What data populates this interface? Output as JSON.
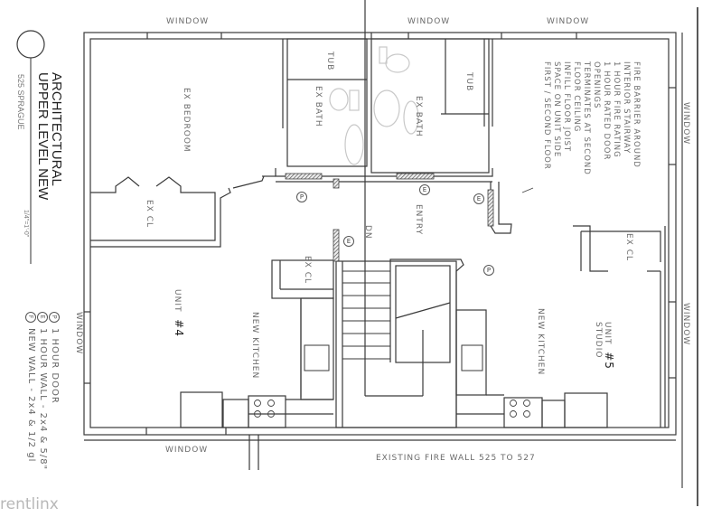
{
  "drawing": {
    "title_line1": "ARCHITECTURAL",
    "title_line2": "UPPER LEVEL NEW",
    "address": "525 SPRAGUE",
    "scale": "1/4\"=1'-0\""
  },
  "legend": {
    "items": [
      {
        "symbol": "P",
        "label": "1 HOUR DOOR"
      },
      {
        "symbol": "E",
        "label": "1 HOUR WALL  -  2x4 & 5/8\""
      },
      {
        "symbol": "F",
        "label": "NEW WALL  -  2x4 & 1/2 gl"
      }
    ]
  },
  "rooms": {
    "ex_bedroom": "EX BEDROOM",
    "ex_closet_top": "EX CL",
    "ex_bath_left": "EX BATH",
    "tub_left": "TUB",
    "ex_bath_right": "EX BATH",
    "tub_right": "TUB",
    "entry": "ENTRY",
    "stair_dn": "DN",
    "ex_closet_mid": "EX CL",
    "unit4_label": "UNIT",
    "unit4_num": "#4",
    "kitchen_left": "NEW KITCHEN",
    "unit5_label": "UNIT",
    "unit5_num": "#5",
    "unit5_type": "STUDIO",
    "kitchen_right": "NEW KITCHEN",
    "ex_closet_right": "EX CL"
  },
  "windows": {
    "top_left": "WINDOW",
    "top_mid": "WINDOW",
    "top_right": "WINDOW",
    "right_upper": "WINDOW",
    "right_lower": "WINDOW",
    "left": "WINDOW",
    "bottom": "WINDOW"
  },
  "notes": {
    "fire_barrier": [
      "FIRE BARRIER AROUND",
      "INTERIOR STAIRWAY",
      "1 HOUR FIRE RATING",
      "1 HOUR RATED DOOR",
      "OPENINGS",
      "TERMINATES AT SECOND",
      "FLOOR CEILING",
      "INFILL FLOOR JOIST",
      "SPACE ON UNIT SIDE",
      "FIRST / SECOND FLOOR"
    ],
    "fire_wall": "EXISTING FIRE WALL 525 TO 527"
  },
  "markers": {
    "p": "P",
    "e": "E"
  },
  "watermark": "rentlinx",
  "colors": {
    "line": "#3a3a3a",
    "hatch": "#555555",
    "text": "#6a6a6a"
  }
}
